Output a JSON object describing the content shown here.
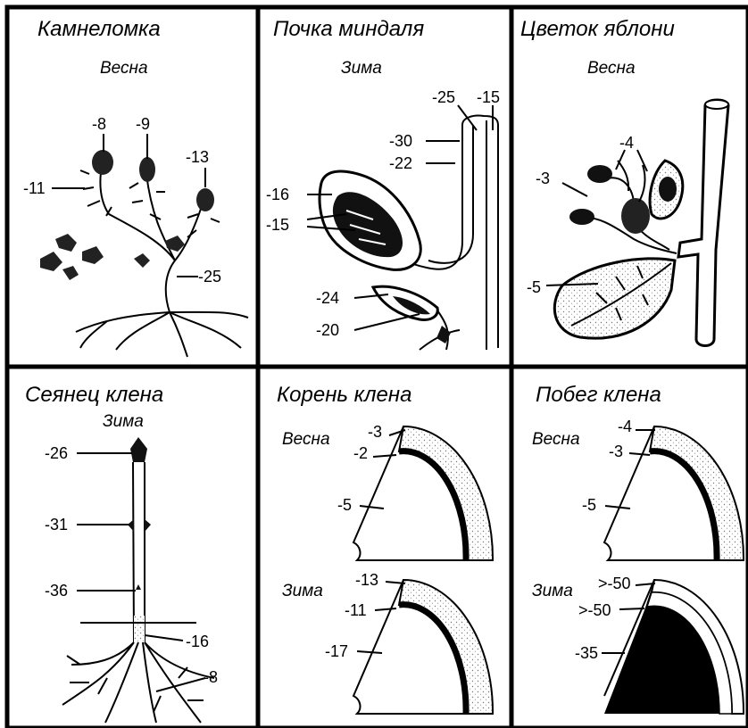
{
  "panels": {
    "saxifrage": {
      "title": "Камнеломка",
      "season": "Весна",
      "labels": {
        "a": "-8",
        "b": "-9",
        "c": "-13",
        "d": "-11",
        "e": "-25"
      }
    },
    "almond_bud": {
      "title": "Почка миндаля",
      "season": "Зима",
      "labels": {
        "a": "-25",
        "b": "-15",
        "c": "-30",
        "d": "-22",
        "e": "-16",
        "f": "-15",
        "g": "-24",
        "h": "-20"
      }
    },
    "apple_flower": {
      "title": "Цветок яблони",
      "season": "Весна",
      "labels": {
        "a": "-4",
        "b": "-3",
        "c": "-5"
      }
    },
    "maple_seedling": {
      "title": "Сеянец клена",
      "season": "Зима",
      "labels": {
        "a": "-26",
        "b": "-31",
        "c": "-36",
        "d": "-16",
        "e": "-8"
      }
    },
    "maple_root": {
      "title": "Корень клена",
      "spring": {
        "season": "Весна",
        "outer": "-3",
        "middle": "-2",
        "inner": "-5"
      },
      "winter": {
        "season": "Зима",
        "outer": "-13",
        "middle": "-11",
        "inner": "-17"
      }
    },
    "maple_shoot": {
      "title": "Побег клена",
      "spring": {
        "season": "Весна",
        "outer": "-4",
        "middle": "-3",
        "inner": "-5"
      },
      "winter": {
        "season": "Зима",
        "outer": ">-50",
        "middle": ">-50",
        "inner": "-35"
      }
    }
  },
  "colors": {
    "ink": "#000000",
    "paper": "#ffffff",
    "stipple": "#9a9a9a"
  }
}
